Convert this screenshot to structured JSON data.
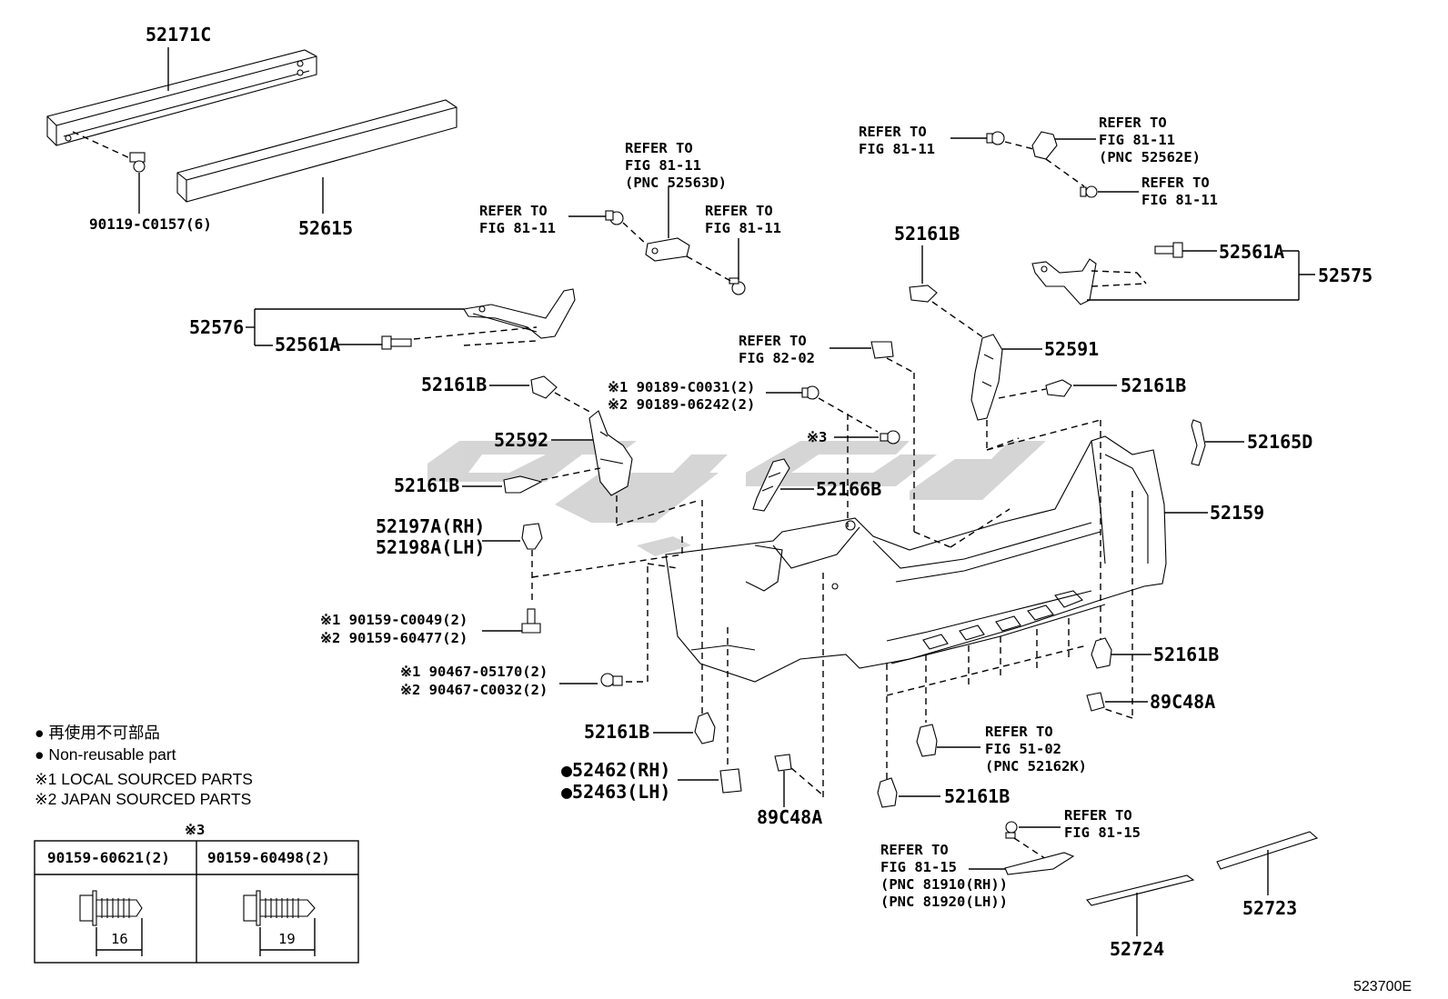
{
  "parts": {
    "p52171C": "52171C",
    "p90119": "90119-C0157(6)",
    "p52615": "52615",
    "p52576": "52576",
    "p52561A_l": "52561A",
    "p52161B_1": "52161B",
    "p52592": "52592",
    "p52161B_2": "52161B",
    "p52197A": "52197A(RH)",
    "p52198A": "52198A(LH)",
    "p52161B_3": "52161B",
    "p52462": "●52462(RH)",
    "p52463": "●52463(LH)",
    "p89C48A_1": "89C48A",
    "p52166B": "52166B",
    "p52161B_4": "52161B",
    "p52591": "52591",
    "p52161B_5": "52161B",
    "p52561A_r": "52561A",
    "p52575": "52575",
    "p52165D": "52165D",
    "p52159": "52159",
    "p52161B_6": "52161B",
    "p89C48A_2": "89C48A",
    "p52161B_7": "52161B",
    "p52724": "52724",
    "p52723": "52723",
    "fig_id": "523700E"
  },
  "refs": {
    "r1_l1": "REFER TO",
    "r1_l2": "FIG 81-11",
    "r1_l3": "(PNC 52563D)",
    "r2_l1": "REFER TO",
    "r2_l2": "FIG 81-11",
    "r3_l1": "REFER TO",
    "r3_l2": "FIG 81-11",
    "r4_l1": "REFER TO",
    "r4_l2": "FIG 81-11",
    "r5_l1": "REFER TO",
    "r5_l2": "FIG 81-11",
    "r5_l3": "(PNC 52562E)",
    "r6_l1": "REFER TO",
    "r6_l2": "FIG 81-11",
    "r7_l1": "REFER TO",
    "r7_l2": "FIG 82-02",
    "r8_l1": "REFER TO",
    "r8_l2": "FIG 51-02",
    "r8_l3": "(PNC 52162K)",
    "r9_l1": "REFER TO",
    "r9_l2": "FIG 81-15",
    "r10_l1": "REFER TO",
    "r10_l2": "FIG 81-15",
    "r10_l3": "(PNC 81910(RH))",
    "r10_l4": "(PNC 81920(LH))"
  },
  "notes": {
    "n1a": "※1 90189-C0031(2)",
    "n1b": "※2 90189-06242(2)",
    "n2": "※3",
    "n3a": "※1 90159-C0049(2)",
    "n3b": "※2 90159-60477(2)",
    "n4a": "※1 90467-05170(2)",
    "n4b": "※2 90467-C0032(2)"
  },
  "legend": {
    "l1": "● 再使用不可部品",
    "l2": "● Non-reusable part",
    "l3": "※1 LOCAL SOURCED PARTS",
    "l4": "※2 JAPAN SOURCED PARTS"
  },
  "table": {
    "title": "※3",
    "col1": "90159-60621(2)",
    "col2": "90159-60498(2)",
    "dim1": "16",
    "dim2": "19"
  }
}
